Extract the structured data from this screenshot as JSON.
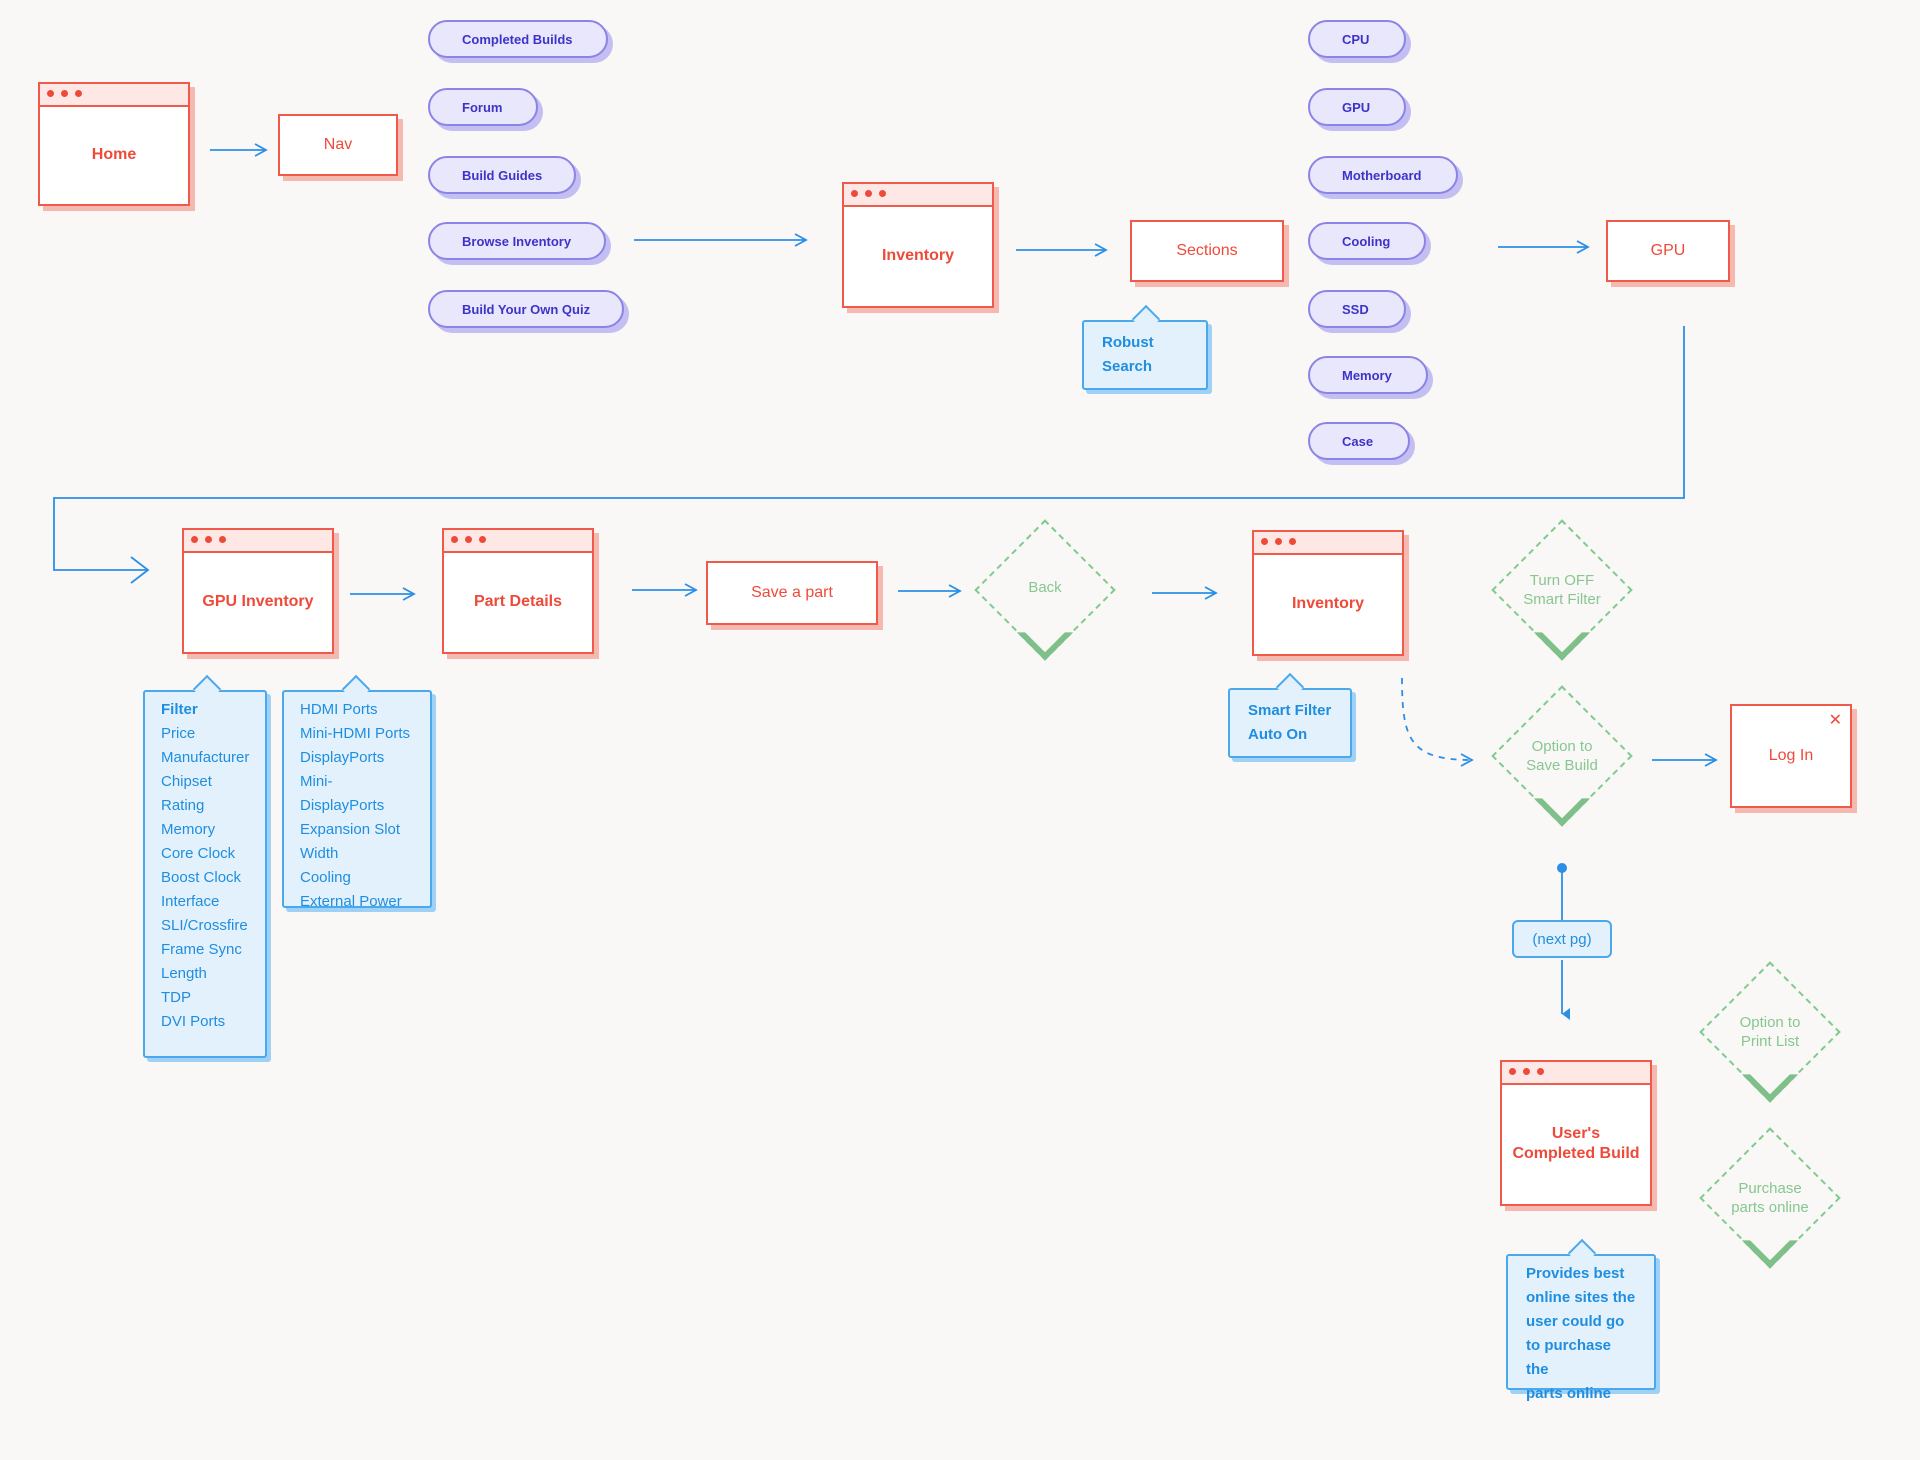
{
  "pages": {
    "home": "Home",
    "inventory_top": "Inventory",
    "gpu_inventory": "GPU Inventory",
    "part_details": "Part Details",
    "inventory_bottom": "Inventory",
    "users_completed_build": "User's\nCompleted Build"
  },
  "boxes": {
    "nav": "Nav",
    "sections": "Sections",
    "gpu": "GPU",
    "save_part": "Save a part",
    "log_in": "Log In"
  },
  "nav_items": [
    "Completed Builds",
    "Forum",
    "Build Guides",
    "Browse Inventory",
    "Build Your Own Quiz"
  ],
  "section_items": [
    "CPU",
    "GPU",
    "Motherboard",
    "Cooling",
    "SSD",
    "Memory",
    "Case"
  ],
  "notes": {
    "robust_search": [
      "Robust",
      "Search"
    ],
    "filter_title": "Filter",
    "filter_items": [
      "Price",
      "Manufacturer",
      "Chipset",
      "Rating",
      "Memory",
      "Core Clock",
      "Boost Clock",
      "Interface",
      "SLI/Crossfire",
      "Frame Sync",
      "Length",
      "TDP",
      "DVI Ports"
    ],
    "filter_items_2": [
      "HDMI Ports",
      "Mini-HDMI Ports",
      "DisplayPorts",
      "Mini-DisplayPorts",
      "Expansion Slot",
      "Width",
      "Cooling",
      "External Power"
    ],
    "smart_filter": [
      "Smart Filter",
      "Auto On"
    ],
    "purchase_info": [
      "Provides best",
      "online sites the",
      "user could go",
      "to purchase the",
      "parts online"
    ]
  },
  "decisions": {
    "back": "Back",
    "turn_off_smart_filter": "Turn OFF\nSmart Filter",
    "option_save_build": "Option to\nSave Build",
    "option_print_list": "Option to\nPrint List",
    "purchase_online": "Purchase\nparts online"
  },
  "next_page": "(next pg)",
  "colors": {
    "page_red": "#ef5a4a",
    "nav_purple": "#8b84e6",
    "note_blue": "#4aa8ec",
    "decision_green": "#7fcb8e",
    "arrow_blue": "#2b8fe6"
  }
}
